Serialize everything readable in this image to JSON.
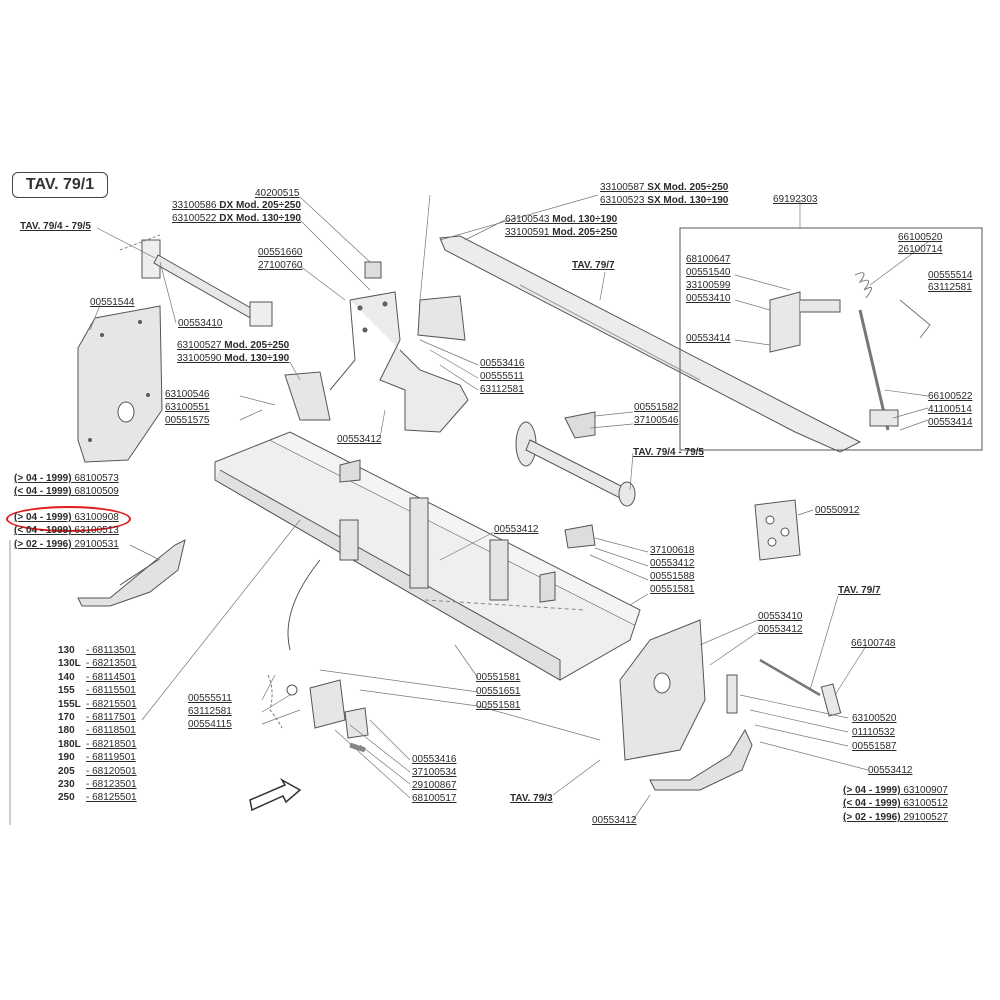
{
  "title": "TAV. 79/1",
  "highlight_color": "#e11b1b",
  "labels": {
    "tav_79_4_5_top": "TAV. 79/4 - 79/5",
    "l_00551544": "00551544",
    "l_00553410_a": "00553410",
    "l_40200515": "40200515",
    "l_33100586": "33100586",
    "l_33100586_b": "DX Mod. 205÷250",
    "l_63100522": "63100522",
    "l_63100522_b": "DX Mod. 130÷190",
    "l_00551660": "00551660",
    "l_27100760": "27100760",
    "l_63100527": "63100527",
    "l_63100527_b": "Mod. 205÷250",
    "l_33100590": "33100590",
    "l_33100590_b": "Mod. 130÷190",
    "l_63100546": "63100546",
    "l_63100551": "63100551",
    "l_00551575": "00551575",
    "l_00553412_a": "00553412",
    "l_00553416_a": "00553416",
    "l_00555511_a": "00555511",
    "l_63112581_a": "63112581",
    "l_33100587": "33100587",
    "l_33100587_b": "SX Mod. 205÷250",
    "l_63100523": "63100523",
    "l_63100523_b": "SX Mod. 130÷190",
    "l_63100543": "63100543",
    "l_63100543_b": "Mod. 130÷190",
    "l_33100591": "33100591",
    "l_33100591_b": "Mod. 205÷250",
    "tav_79_7_a": "TAV. 79/7",
    "l_69192303": "69192303",
    "l_68100647": "68100647",
    "l_00551540": "00551540",
    "l_33100599": "33100599",
    "l_00553410_b": "00553410",
    "l_00553414_a": "00553414",
    "l_66100520": "66100520",
    "l_26100714": "26100714",
    "l_00555514": "00555514",
    "l_63112581_b": "63112581",
    "l_66100522": "66100522",
    "l_41100514": "41100514",
    "l_00553414_b": "00553414",
    "l_00551582": "00551582",
    "l_37100546": "37100546",
    "tav_79_4_5_mid": "TAV. 79/4 - 79/5",
    "l_00550912": "00550912",
    "l_00553412_b": "00553412",
    "l_37100618": "37100618",
    "l_00553412_c": "00553412",
    "l_00551588": "00551588",
    "l_00551581_a": "00551581",
    "tav_79_7_b": "TAV. 79/7",
    "l_00553410_c": "00553410",
    "l_00553412_d": "00553412",
    "l_66100748": "66100748",
    "l_00551581_b": "00551581",
    "l_00551651": "00551651",
    "l_00551581_c": "00551581",
    "l_63100520": "63100520",
    "l_01110532": "01110532",
    "l_00551587": "00551587",
    "l_00553412_e": "00553412",
    "l_00555511_b": "00555511",
    "l_63112581_c": "63112581",
    "l_00554115": "00554115",
    "l_00553416_b": "00553416",
    "l_37100534": "37100534",
    "l_29100867": "29100867",
    "l_68100517": "68100517",
    "tav_79_3": "TAV. 79/3",
    "l_00553412_f": "00553412"
  },
  "left_groups": {
    "upper": [
      {
        "mod": "(> 04 - 1999)",
        "code": "68100573"
      },
      {
        "mod": "(< 04 - 1999)",
        "code": "68100509"
      }
    ],
    "lower": [
      {
        "mod": "(> 04 - 1999)",
        "code": "63100908"
      },
      {
        "mod": "(< 04 - 1999)",
        "code": "63100513"
      },
      {
        "mod": "(> 02 - 1996)",
        "code": "29100531"
      }
    ]
  },
  "right_group": [
    {
      "mod": "(> 04 - 1999)",
      "code": "63100907"
    },
    {
      "mod": "(< 04 - 1999)",
      "code": "63100512"
    },
    {
      "mod": "(> 02 - 1996)",
      "code": "29100527"
    }
  ],
  "model_table": [
    {
      "model": "130",
      "code": "- 68113501"
    },
    {
      "model": "130L",
      "code": "- 68213501"
    },
    {
      "model": "140",
      "code": "- 68114501"
    },
    {
      "model": "155",
      "code": "- 68115501"
    },
    {
      "model": "155L",
      "code": "- 68215501"
    },
    {
      "model": "170",
      "code": "- 68117501"
    },
    {
      "model": "180",
      "code": "- 68118501"
    },
    {
      "model": "180L",
      "code": "- 68218501"
    },
    {
      "model": "190",
      "code": "- 68119501"
    },
    {
      "model": "205",
      "code": "- 68120501"
    },
    {
      "model": "230",
      "code": "- 68123501"
    },
    {
      "model": "250",
      "code": "- 68125501"
    }
  ]
}
